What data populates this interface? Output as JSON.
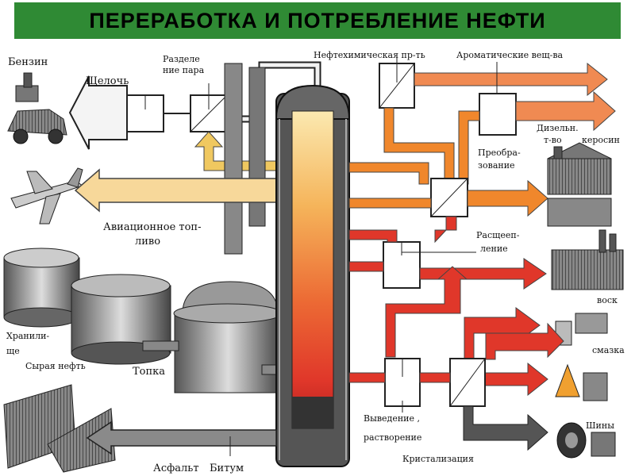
{
  "title": "ПЕРЕРАБОТКА И ПОТРЕБЛЕНИЕ НЕФТИ",
  "colors": {
    "banner": "#2f8a34",
    "arrow_yellow": "#f0c860",
    "arrow_orange": "#f0872c",
    "arrow_red": "#e0372a",
    "arrow_gray": "#bdbdbd",
    "arrow_dark": "#555555",
    "column_hot": "#e8402a",
    "column_warm": "#f7d47c"
  },
  "labels": {
    "benzin": "Бензин",
    "shchelоch": "Щелочь",
    "razdel_line1": "Разделе",
    "razdel_line2": "ние пара",
    "neftekhim": "Нефтехимическая пр-ть",
    "aromatic": "Ароматические вещ-ва",
    "dizel_line1": "Дизельн.",
    "dizel_line2": "т-во",
    "kerosin": "керосин",
    "preobr_line1": "Преобра-",
    "preobr_line2": "зование",
    "aviation_line1": "Авиационное топ-",
    "aviation_line2": "ливо",
    "rasshchep_line1": "Расщееп-",
    "rasshchep_line2": "ление",
    "khranilishche_line1": "Хранили-",
    "khranilishche_line2": "ще",
    "syraya_neft": "Сырая нефть",
    "topka": "Топка",
    "vosk": "воск",
    "smazka": "смазка",
    "shiny": "Шины",
    "vyvedenie_line1": "Выведение ,",
    "vyvedenie_line2": "растворение",
    "kristalizatsiya": "Кристализация",
    "asfalt": "Асфальт",
    "bitum": "Битум"
  }
}
